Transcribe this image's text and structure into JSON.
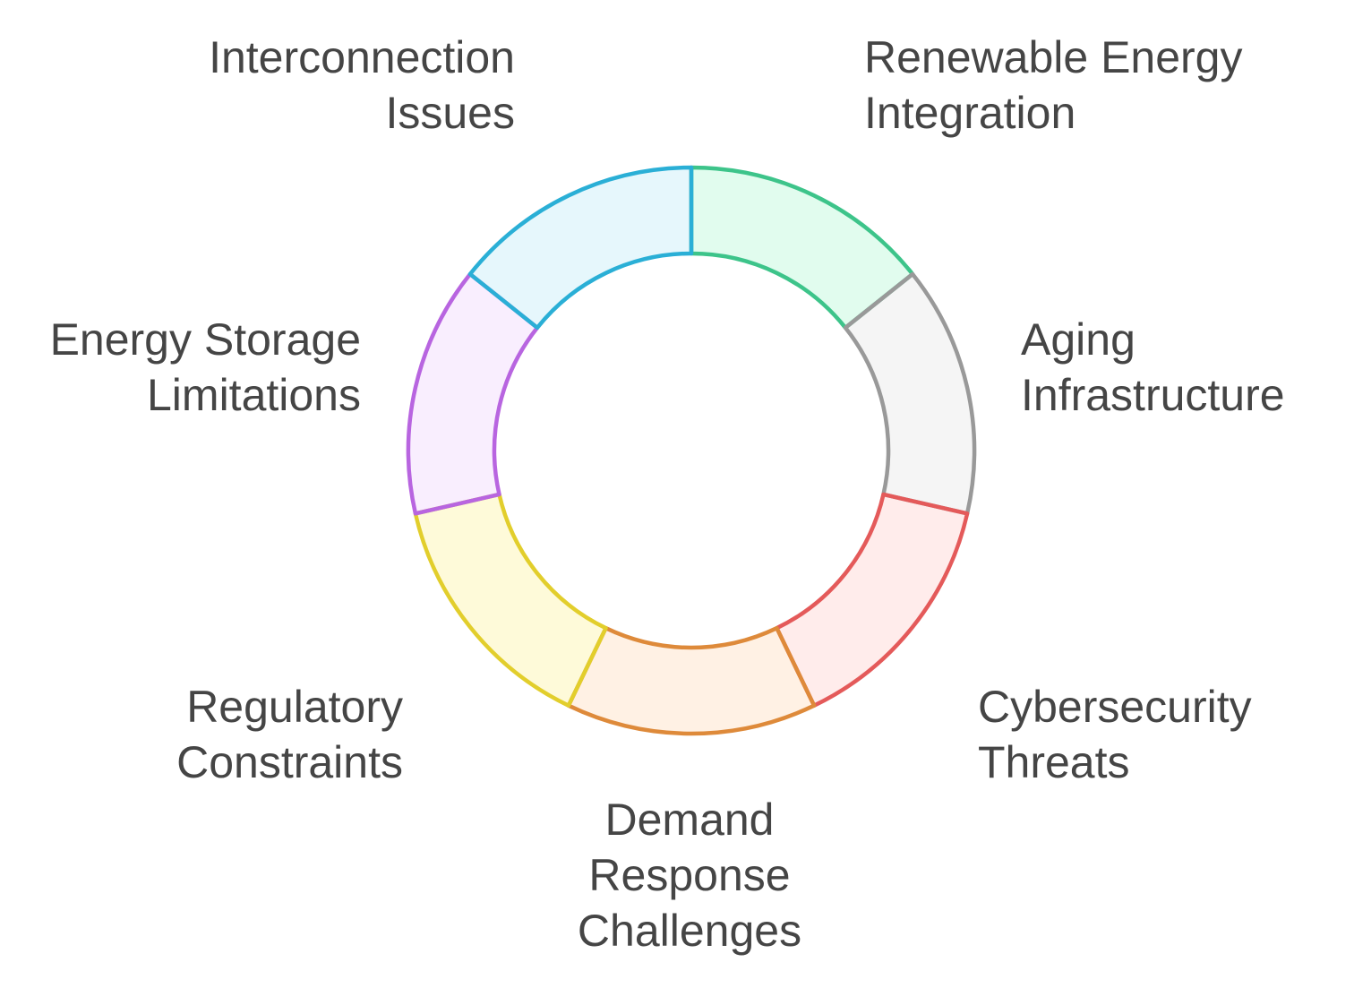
{
  "segments": [
    {
      "id": "renewable",
      "lines": [
        "Renewable Energy",
        "Integration"
      ],
      "stroke": "#3dc48a",
      "fill": "#e1fcee"
    },
    {
      "id": "aging",
      "lines": [
        "Aging",
        "Infrastructure"
      ],
      "stroke": "#999999",
      "fill": "#f5f5f5"
    },
    {
      "id": "cyber",
      "lines": [
        "Cybersecurity",
        "Threats"
      ],
      "stroke": "#e45a5a",
      "fill": "#ffeceb"
    },
    {
      "id": "demand",
      "lines": [
        "Demand",
        "Response",
        "Challenges"
      ],
      "stroke": "#de8a3a",
      "fill": "#fff1e4"
    },
    {
      "id": "regulatory",
      "lines": [
        "Regulatory",
        "Constraints"
      ],
      "stroke": "#e2ce2c",
      "fill": "#fefad9"
    },
    {
      "id": "storage",
      "lines": [
        "Energy Storage",
        "Limitations"
      ],
      "stroke": "#b865e0",
      "fill": "#f9eefe"
    },
    {
      "id": "interconnection",
      "lines": [
        "Interconnection",
        "Issues"
      ],
      "stroke": "#2aafd6",
      "fill": "#e6f7fc"
    }
  ]
}
